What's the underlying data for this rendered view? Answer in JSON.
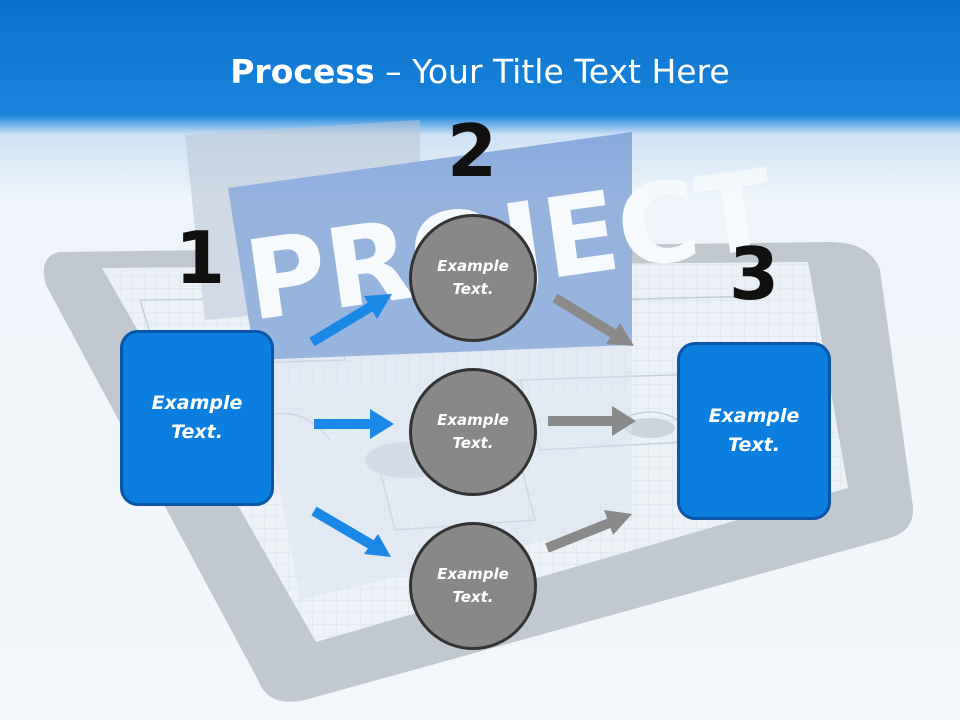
{
  "slide": {
    "title_bold": "Process",
    "title_rest": " – Your Title Text Here"
  },
  "background": {
    "illustration": "tablet-with-blueprint-and-project-card",
    "card_text": "PROJECT"
  },
  "steps": [
    {
      "number": "1",
      "text": "Example Text."
    },
    {
      "number": "2",
      "circles": [
        {
          "text": "Example Text."
        },
        {
          "text": "Example Text."
        },
        {
          "text": "Example Text."
        }
      ]
    },
    {
      "number": "3",
      "text": "Example Text."
    }
  ],
  "colors": {
    "header": "#0a72cc",
    "box_fill": "#0a7fe0",
    "circle_fill": "#888888",
    "arrow_blue": "#1a88e6",
    "arrow_gray": "#8a8a8a"
  }
}
